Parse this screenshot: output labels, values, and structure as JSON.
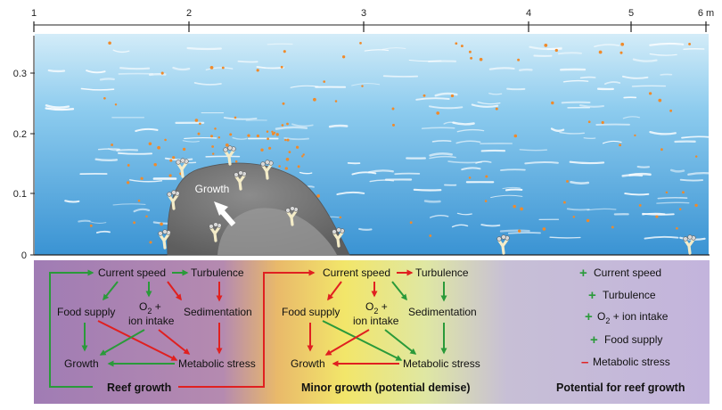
{
  "x_axis": {
    "ticks": [
      "1",
      "2",
      "3",
      "4",
      "5",
      "6 m"
    ]
  },
  "y_axis": {
    "ticks": [
      "0.3",
      "0.2",
      "0.1",
      "0"
    ]
  },
  "reef_label": "Growth",
  "panel_left": {
    "current_speed": "Current speed",
    "turbulence": "Turbulence",
    "food_supply": "Food supply",
    "o2_line1": "O",
    "o2_sub": "2",
    "o2_plus": " +",
    "o2_line2": "ion intake",
    "sedimentation": "Sedimentation",
    "growth": "Growth",
    "metabolic_stress": "Metabolic stress",
    "title": "Reef growth"
  },
  "panel_middle": {
    "current_speed": "Current speed",
    "turbulence": "Turbulence",
    "food_supply": "Food supply",
    "o2_line1": "O",
    "o2_sub": "2",
    "o2_plus": " +",
    "o2_line2": "ion intake",
    "sedimentation": "Sedimentation",
    "growth": "Growth",
    "metabolic_stress": "Metabolic stress",
    "title": "Minor growth (potential demise)"
  },
  "panel_right": {
    "items": [
      {
        "sign": "+",
        "label": "Current speed"
      },
      {
        "sign": "+",
        "label": "Turbulence"
      },
      {
        "sign": "+",
        "label": "O",
        "sub": "2",
        "rest": " + ion intake"
      },
      {
        "sign": "+",
        "label": "Food supply"
      },
      {
        "sign": "–",
        "label": "Metabolic stress"
      }
    ],
    "title": "Potential for reef growth"
  },
  "colors": {
    "green": "#2a9a3a",
    "red": "#e02020",
    "water_top": "#cfe9f6",
    "water_bottom": "#3f9bd6",
    "reef": "#7a7a7a"
  }
}
